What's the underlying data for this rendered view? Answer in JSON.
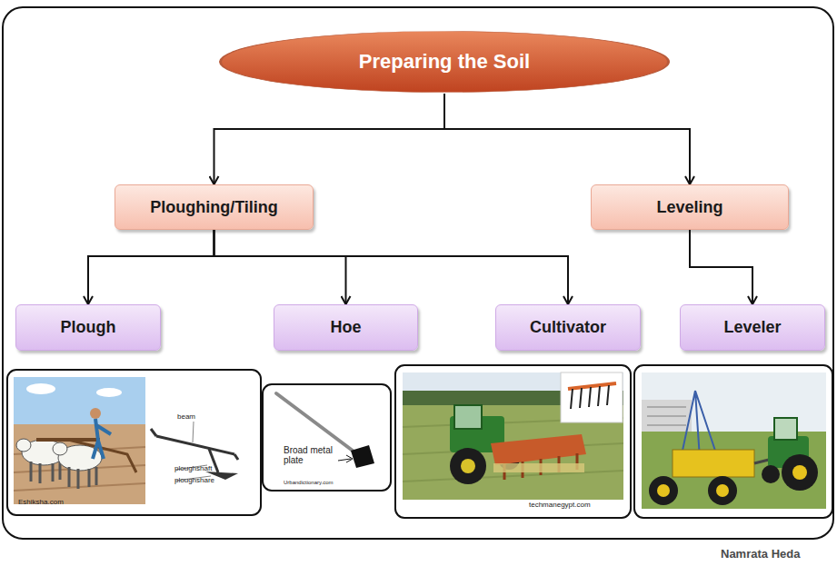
{
  "diagram": {
    "nodes": [
      {
        "text": [
          "Preparing the Soil"
        ]
      },
      {
        "text": [
          "Ploughing/Tiling"
        ]
      },
      {
        "text": [
          "Leveling"
        ]
      },
      {
        "text": [
          "Plough"
        ]
      },
      {
        "text": [
          "Hoe"
        ]
      },
      {
        "text": [
          "Cultivator"
        ]
      },
      {
        "text": [
          "Leveler"
        ]
      }
    ],
    "edges": [
      {
        "from": 0,
        "to": 1,
        "arrow": "to"
      },
      {
        "from": 0,
        "to": 2,
        "arrow": "to"
      },
      {
        "from": 1,
        "to": 3,
        "arrow": "to"
      },
      {
        "from": 1,
        "to": 4,
        "arrow": "to"
      },
      {
        "from": 1,
        "to": 5,
        "arrow": "to"
      },
      {
        "from": 2,
        "to": 6,
        "arrow": "to"
      }
    ],
    "labels": [
      "beam",
      "ploughshaft",
      "ploughshare",
      "Eshiksha.com",
      "Broad metal plate",
      "Urbandictionary.com",
      "techmanegypt.com",
      "Namrata Heda"
    ]
  }
}
